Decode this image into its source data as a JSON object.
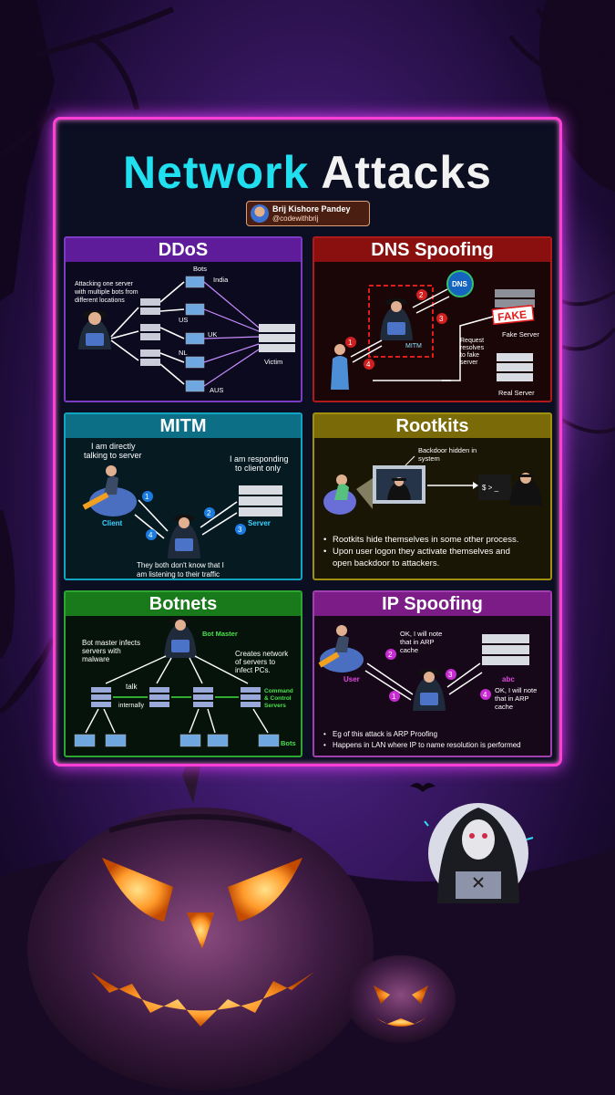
{
  "title": {
    "part1": "Network",
    "part2": "Attacks"
  },
  "author": {
    "name": "Brij Kishore Pandey",
    "handle": "@codewithbrij"
  },
  "colors": {
    "cyan": "#20e0f0",
    "neon_pink": "#ff3fd4",
    "ddos": "#5e1c9a",
    "dns": "#8a1010",
    "mitm": "#0d6f86",
    "rootkits": "#7a6a08",
    "botnets": "#197a1c",
    "ipspoof": "#7c1c86"
  },
  "ddos": {
    "heading": "DDoS",
    "note": [
      "Attacking one server",
      "with multiple bots from",
      "different locations"
    ],
    "bots": "Bots",
    "india": "India",
    "us": "US",
    "uk": "UK",
    "nl": "NL",
    "aus": "AUS",
    "victim": "Victim"
  },
  "dns": {
    "heading": "DNS Spoofing",
    "dns_label": "DNS",
    "mitm": "MITM",
    "fake": "FAKE",
    "fake_server": "Fake Server",
    "real_server": "Real Server",
    "request": [
      "Request",
      "resolves",
      "to fake",
      "server"
    ],
    "steps": [
      "1",
      "2",
      "3",
      "4"
    ]
  },
  "mitm": {
    "heading": "MITM",
    "client_says": [
      "I am directly",
      "talking to server"
    ],
    "server_says": [
      "I am responding",
      "to client only"
    ],
    "client": "Client",
    "server": "Server",
    "footer": [
      "They both don't know that I",
      "am listening to their traffic"
    ],
    "steps": [
      "1",
      "2",
      "3",
      "4"
    ]
  },
  "rootkits": {
    "heading": "Rootkits",
    "backdoor": [
      "Backdoor hidden in",
      "system"
    ],
    "prompt": "$ > _",
    "bullets": [
      "Rootkits hide themselves in some other process.",
      "Upon user logon they activate themselves and",
      "open backdoor to attackers."
    ]
  },
  "botnets": {
    "heading": "Botnets",
    "bot_master": "Bot Master",
    "infects": [
      "Bot master infects",
      "servers with",
      "malware"
    ],
    "creates": [
      "Creates network",
      "of servers to",
      "infect PCs."
    ],
    "talk": [
      "talk",
      "internally"
    ],
    "cnc": [
      "Command",
      "& Control",
      "Servers"
    ],
    "bots": "Bots"
  },
  "ipspoof": {
    "heading": "IP Spoofing",
    "note1": [
      "OK, I will note",
      "that in ARP",
      "cache"
    ],
    "note2": [
      "OK, I will note",
      "that in ARP",
      "cache"
    ],
    "user": "User",
    "abc": "abc",
    "steps": [
      "1",
      "2",
      "3",
      "4"
    ],
    "bullets": [
      "Eg of this attack is ARP Proofing",
      "Happens in LAN where IP to name resolution is performed"
    ]
  }
}
